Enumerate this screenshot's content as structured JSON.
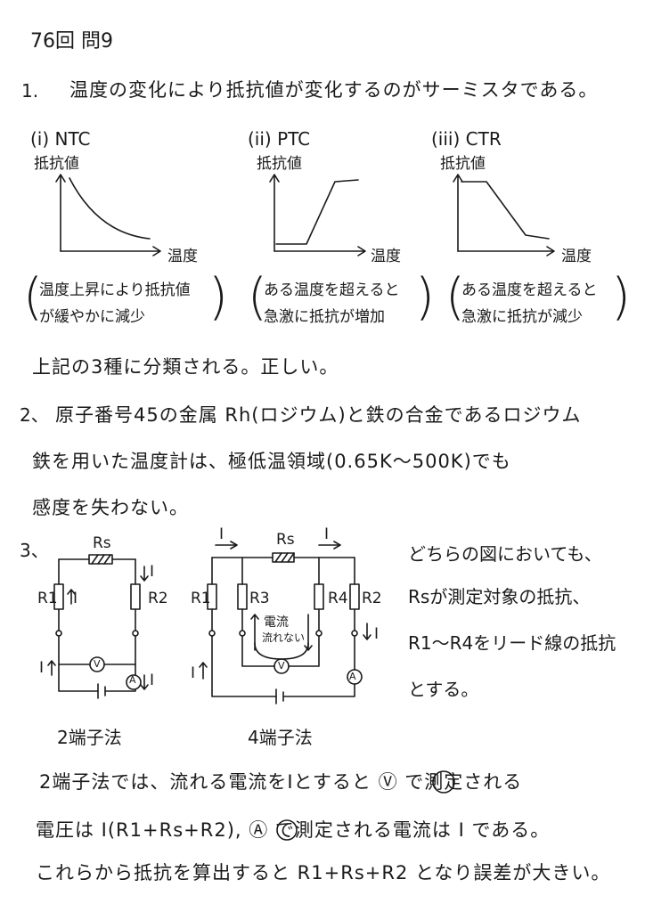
{
  "header": {
    "title": "76回 問9"
  },
  "q1": {
    "number": "1.",
    "statement": "温度の変化により抵抗値が変化するのがサーミスタである。",
    "graphs": [
      {
        "label": "(i) NTC",
        "ylabel": "抵抗値",
        "xlabel": "温度",
        "desc_line1": "温度上昇により抵抗値",
        "desc_line2": "が緩やかに減少"
      },
      {
        "label": "(ii) PTC",
        "ylabel": "抵抗値",
        "xlabel": "温度",
        "desc_line1": "ある温度を超えると",
        "desc_line2": "急激に抵抗が増加"
      },
      {
        "label": "(iii) CTR",
        "ylabel": "抵抗値",
        "xlabel": "温度",
        "desc_line1": "ある温度を超えると",
        "desc_line2": "急激に抵抗が減少"
      }
    ],
    "conclusion": "上記の3種に分類される。正しい。"
  },
  "q2": {
    "number": "2、",
    "line1": "原子番号45の金属 Rh(ロジウム)と鉄の合金であるロジウム",
    "line2": "鉄を用いた温度計は、極低温領域(0.65K〜500K)でも",
    "line3": "感度を失わない。"
  },
  "q3": {
    "number": "3、",
    "two_terminal": {
      "caption": "2端子法",
      "rs": "Rs",
      "r1": "R1",
      "r2": "R2",
      "i": "I",
      "voltmeter": "V",
      "ammeter": "A"
    },
    "four_terminal": {
      "caption": "4端子法",
      "rs": "Rs",
      "r1": "R1",
      "r2": "R2",
      "r3": "R3",
      "r4": "R4",
      "i": "I",
      "note_line1": "電流",
      "note_line2": "流れない",
      "voltmeter": "V",
      "ammeter": "A"
    },
    "side_note": [
      "どちらの図においても、",
      "Rsが測定対象の抵抗、",
      "R1〜R4をリード線の抵抗",
      "とする。"
    ],
    "explanation": [
      "2端子法では、流れる電流をIとすると Ⓥ で測定される",
      "電圧は I(R1+Rs+R2), Ⓐ で測定される電流は I である。",
      "これらから抵抗を算出すると R1+Rs+R2 となり誤差が大きい。"
    ]
  }
}
